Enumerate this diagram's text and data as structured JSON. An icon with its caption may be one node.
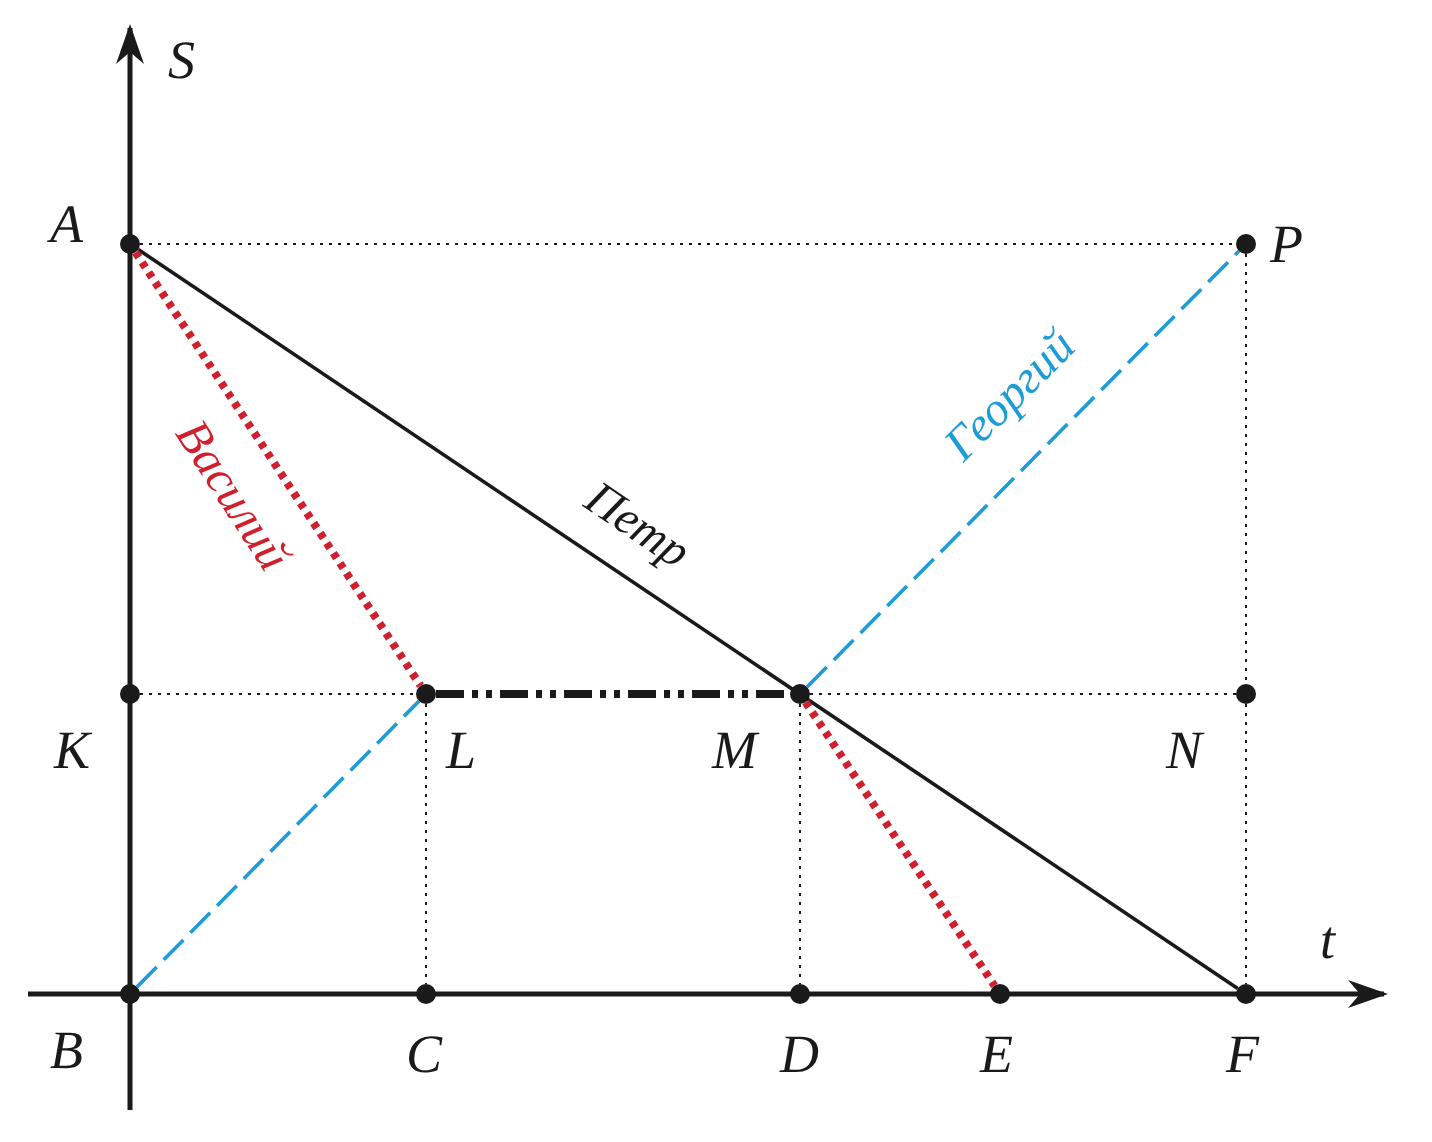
{
  "diagram": {
    "nodes": [
      {
        "text": [
          "A"
        ]
      },
      {
        "text": [
          "P"
        ]
      },
      {
        "text": [
          "K"
        ]
      },
      {
        "text": [
          "L"
        ]
      },
      {
        "text": [
          "M"
        ]
      },
      {
        "text": [
          "N"
        ]
      },
      {
        "text": [
          "B"
        ]
      },
      {
        "text": [
          "C"
        ]
      },
      {
        "text": [
          "D"
        ]
      },
      {
        "text": [
          "E"
        ]
      },
      {
        "text": [
          "F"
        ]
      }
    ],
    "edges": [
      {
        "from": 0,
        "to": 10,
        "arrow": "none",
        "label": "Петр"
      },
      {
        "from": 0,
        "to": 3,
        "arrow": "none",
        "label": "Василий",
        "style": "dashed",
        "color": "#d0202e"
      },
      {
        "from": 3,
        "to": 4,
        "arrow": "none",
        "style": "dashed"
      },
      {
        "from": 4,
        "to": 9,
        "arrow": "none",
        "style": "dashed",
        "color": "#d0202e"
      },
      {
        "from": 6,
        "to": 3,
        "arrow": "none",
        "style": "dashed",
        "color": "#1e9cd7"
      },
      {
        "from": 4,
        "to": 1,
        "arrow": "none",
        "label": "Георгий",
        "style": "dashed",
        "color": "#1e9cd7"
      },
      {
        "from": 0,
        "to": 1,
        "arrow": "none",
        "style": "dashed"
      },
      {
        "from": 2,
        "to": 3,
        "arrow": "none",
        "style": "dashed"
      },
      {
        "from": 4,
        "to": 5,
        "arrow": "none",
        "style": "dashed"
      },
      {
        "from": 3,
        "to": 7,
        "arrow": "none",
        "style": "dashed"
      },
      {
        "from": 4,
        "to": 8,
        "arrow": "none",
        "style": "dashed"
      },
      {
        "from": 1,
        "to": 5,
        "arrow": "none",
        "style": "dashed"
      },
      {
        "from": 5,
        "to": 10,
        "arrow": "none",
        "style": "dashed"
      }
    ],
    "labels": [
      "S",
      "t"
    ]
  }
}
